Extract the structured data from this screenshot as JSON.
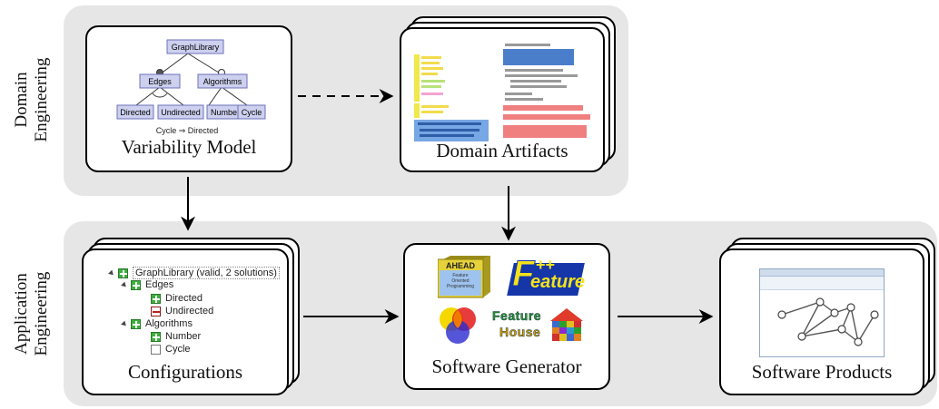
{
  "rows": {
    "domain": {
      "label_line1": "Domain",
      "label_line2": "Engineering"
    },
    "application": {
      "label_line1": "Application",
      "label_line2": "Engineering"
    }
  },
  "boxes": {
    "variability_model": {
      "caption": "Variability Model",
      "features": {
        "root": "GraphLibrary",
        "edges": "Edges",
        "algorithms": "Algorithms",
        "directed": "Directed",
        "undirected": "Undirected",
        "number": "Number",
        "cycle": "Cycle"
      },
      "constraint": "Cycle ⇒ Directed"
    },
    "domain_artifacts": {
      "caption": "Domain Artifacts"
    },
    "configurations": {
      "caption": "Configurations",
      "items": [
        {
          "label": "GraphLibrary (valid, 2 solutions)",
          "state": "plus"
        },
        {
          "label": "Edges",
          "state": "plus"
        },
        {
          "label": "Directed",
          "state": "plus"
        },
        {
          "label": "Undirected",
          "state": "minus"
        },
        {
          "label": "Algorithms",
          "state": "plus"
        },
        {
          "label": "Number",
          "state": "plus"
        },
        {
          "label": "Cycle",
          "state": "empty"
        }
      ]
    },
    "software_generator": {
      "caption": "Software Generator",
      "tools": {
        "ahead_title": "AHEAD",
        "ahead_sub1": "Feature",
        "ahead_sub2": "Oriented",
        "ahead_sub3": "Programming",
        "featurecpp_plus": "++",
        "featurecpp_word": "eature",
        "featurecpp_f": "F",
        "featurehouse_line1": "Feature",
        "featurehouse_line2": "House"
      }
    },
    "software_products": {
      "caption": "Software Products"
    }
  },
  "colors": {
    "band": "#e6e6e6",
    "feature_box_fill": "#cdd0ee",
    "feature_box_stroke": "#6b70b8",
    "ahead_yellow": "#e6d23a",
    "featurecpp_blue": "#1436a8",
    "featurecpp_yellow": "#f4e21a"
  }
}
